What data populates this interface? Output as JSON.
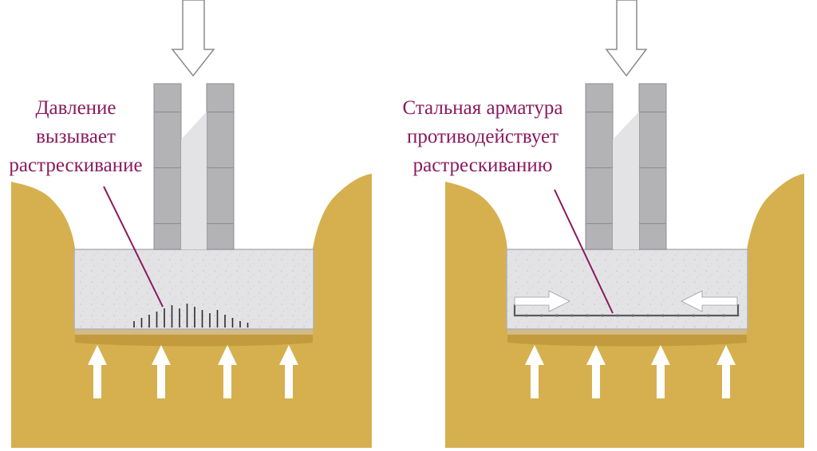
{
  "colors": {
    "soil": "#d6b04f",
    "soil_shadow": "#b58d33",
    "concrete": "#e3e3e6",
    "wall": "#b3b2b5",
    "annotation": "#8a1a5e",
    "arrow_fill": "#ffffff",
    "arrow_stroke": "#8b8b8b",
    "crack": "#2a2a2a"
  },
  "left_panel": {
    "caption_lines": [
      "Давление",
      "вызывает",
      "растрескивание"
    ],
    "icons": [
      "load-arrow-down",
      "soil-pressure-arrow-up",
      "crack-mark"
    ]
  },
  "right_panel": {
    "caption_lines": [
      "Стальная арматура",
      "противодействует",
      "растрескиванию"
    ],
    "icons": [
      "load-arrow-down",
      "soil-pressure-arrow-up",
      "tension-arrow",
      "rebar"
    ]
  }
}
